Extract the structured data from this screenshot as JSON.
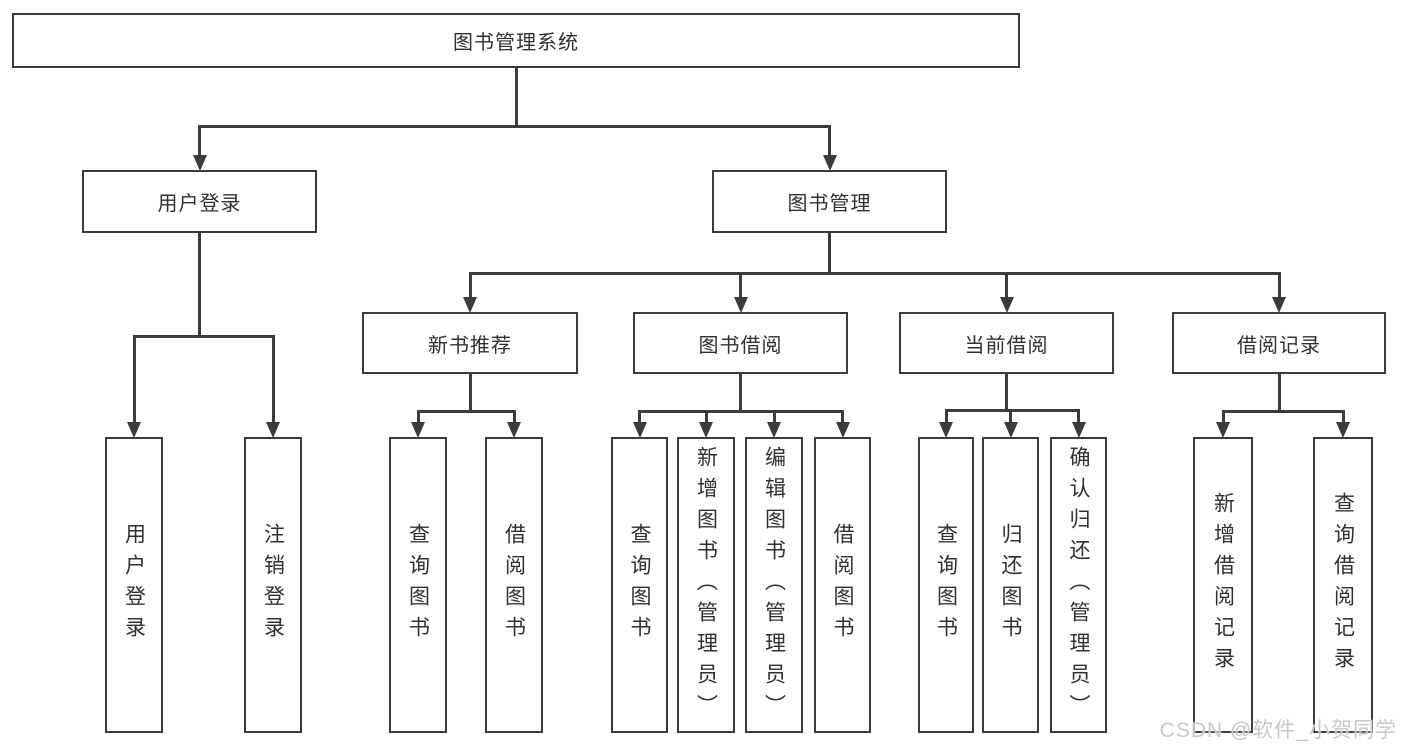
{
  "nodes": [
    {
      "id": "system",
      "label": "图书管理系统",
      "level": 1,
      "parent": null
    },
    {
      "id": "user-login",
      "label": "用户登录",
      "level": 2,
      "parent": "system"
    },
    {
      "id": "book-management",
      "label": "图书管理",
      "level": 2,
      "parent": "system"
    },
    {
      "id": "new-book-recommend",
      "label": "新书推荐",
      "level": 3,
      "parent": "book-management"
    },
    {
      "id": "book-borrow",
      "label": "图书借阅",
      "level": 3,
      "parent": "book-management"
    },
    {
      "id": "current-borrow",
      "label": "当前借阅",
      "level": 3,
      "parent": "book-management"
    },
    {
      "id": "borrow-records",
      "label": "借阅记录",
      "level": 3,
      "parent": "book-management"
    },
    {
      "id": "leaf-user-login",
      "label": "用户登录",
      "level": 4,
      "parent": "user-login"
    },
    {
      "id": "leaf-logout",
      "label": "注销登录",
      "level": 4,
      "parent": "user-login"
    },
    {
      "id": "leaf-query-book-1",
      "label": "查询图书",
      "level": 4,
      "parent": "new-book-recommend"
    },
    {
      "id": "leaf-borrow-book-1",
      "label": "借阅图书",
      "level": 4,
      "parent": "new-book-recommend"
    },
    {
      "id": "leaf-query-book-2",
      "label": "查询图书",
      "level": 4,
      "parent": "book-borrow"
    },
    {
      "id": "leaf-add-book",
      "label": "新增图书（管理员）",
      "level": 4,
      "parent": "book-borrow"
    },
    {
      "id": "leaf-edit-book",
      "label": "编辑图书（管理员）",
      "level": 4,
      "parent": "book-borrow"
    },
    {
      "id": "leaf-borrow-book-2",
      "label": "借阅图书",
      "level": 4,
      "parent": "book-borrow"
    },
    {
      "id": "leaf-query-book-3",
      "label": "查询图书",
      "level": 4,
      "parent": "current-borrow"
    },
    {
      "id": "leaf-return-book",
      "label": "归还图书",
      "level": 4,
      "parent": "current-borrow"
    },
    {
      "id": "leaf-confirm-return",
      "label": "确认归还（管理员）",
      "level": 4,
      "parent": "current-borrow"
    },
    {
      "id": "leaf-add-borrow-record",
      "label": "新增借阅记录",
      "level": 4,
      "parent": "borrow-records"
    },
    {
      "id": "leaf-query-borrow-record",
      "label": "查询借阅记录",
      "level": 4,
      "parent": "borrow-records"
    }
  ],
  "watermark": {
    "text": "CSDN @软件_小贺同学"
  },
  "colors": {
    "line": "#3b3b3b",
    "box_border": "#3b3b3b",
    "box_background": "#ffffff",
    "text": "#303030",
    "page_background": "#ffffff",
    "watermark": "#c8c8c8"
  }
}
